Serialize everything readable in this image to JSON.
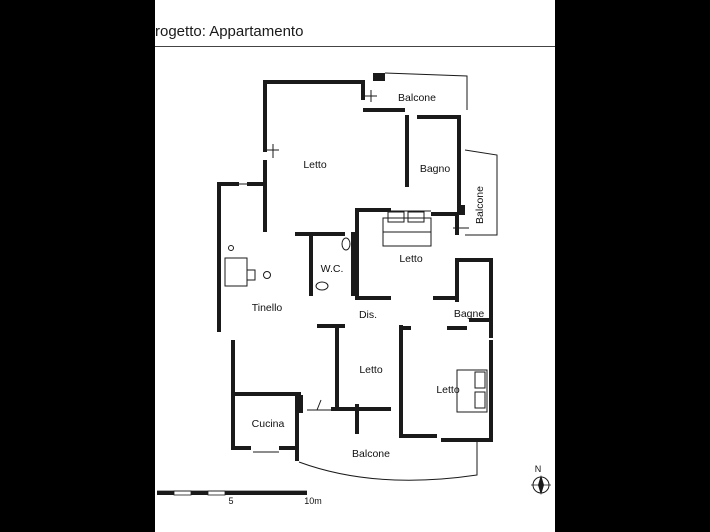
{
  "sheet": {
    "title": "rogetto: Appartamento"
  },
  "rooms": {
    "balcone_top": "Balcone",
    "letto_main": "Letto",
    "bagno": "Bagno",
    "balcone_side": "Balcone",
    "letto_center": "Letto",
    "wc": "W.C.",
    "tinello": "Tinello",
    "dis": "Dis.",
    "bagne": "Bagne",
    "letto_small": "Letto",
    "letto_right": "Letto",
    "cucina": "Cucina",
    "balcone_bottom": "Balcone"
  },
  "scale": {
    "mid": "5",
    "end": "10m"
  },
  "compass": {
    "north": "N"
  }
}
